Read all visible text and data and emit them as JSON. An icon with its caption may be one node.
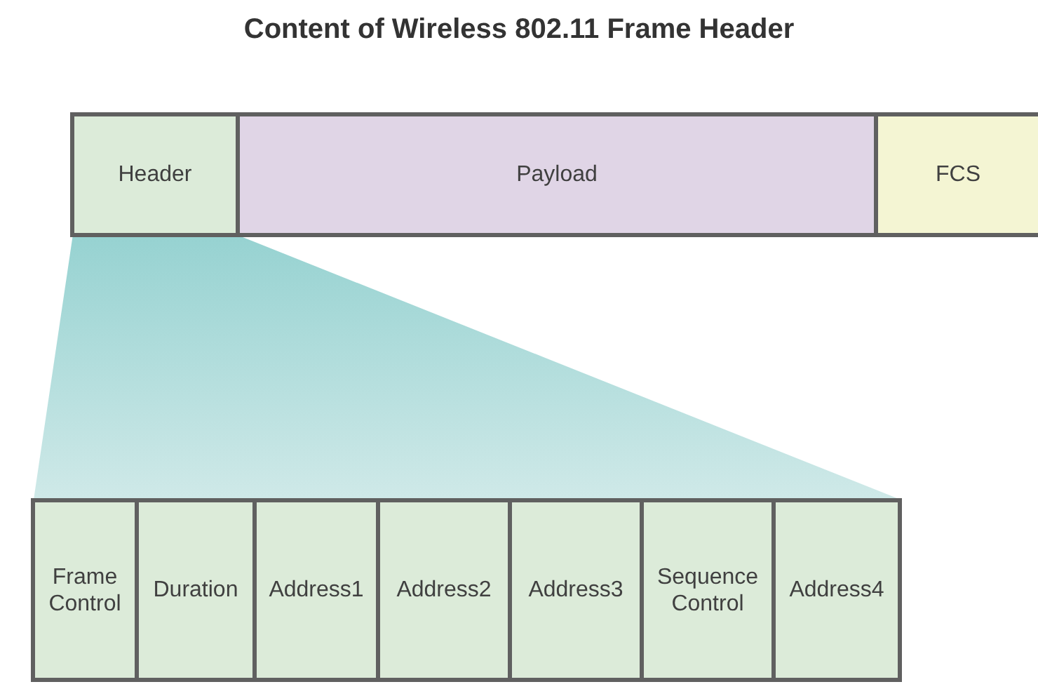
{
  "diagram": {
    "title": "Content of Wireless 802.11 Frame Header",
    "nodes": [
      {
        "text": [
          "Header"
        ]
      },
      {
        "text": [
          "Payload"
        ]
      },
      {
        "text": [
          "FCS"
        ]
      },
      {
        "text": [
          "Frame Control"
        ]
      },
      {
        "text": [
          "Duration"
        ]
      },
      {
        "text": [
          "Address1"
        ]
      },
      {
        "text": [
          "Address2"
        ]
      },
      {
        "text": [
          "Address3"
        ]
      },
      {
        "text": [
          "Sequence Control"
        ]
      },
      {
        "text": [
          "Address4"
        ]
      }
    ]
  }
}
